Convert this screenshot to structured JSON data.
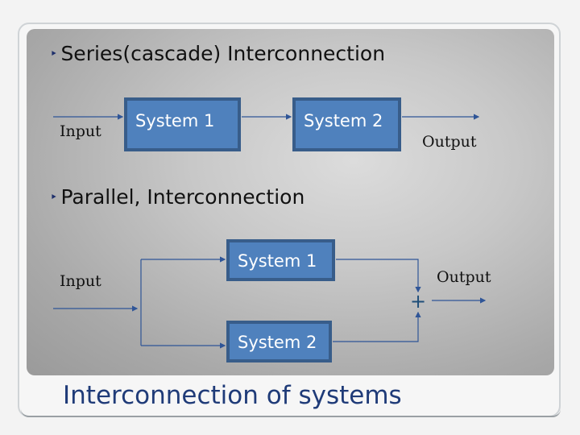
{
  "slide": {
    "cascade_title": "Series(cascade) Interconnection",
    "parallel_title": "Parallel, Interconnection",
    "footer_title": "Interconnection of systems",
    "bullet_glyph": "‣"
  },
  "cascade": {
    "input_label": "Input",
    "output_label": "Output",
    "system1_label": "System 1",
    "system2_label": "System 2"
  },
  "parallel": {
    "input_label": "Input",
    "output_label": "Output",
    "system1_label": "System 1",
    "system2_label": "System 2",
    "sum_symbol": "+"
  },
  "colors": {
    "box_fill": "#4f81bd",
    "box_border": "#385d8a",
    "footer_text": "#1f3b78",
    "arrow": "#2f5597"
  }
}
